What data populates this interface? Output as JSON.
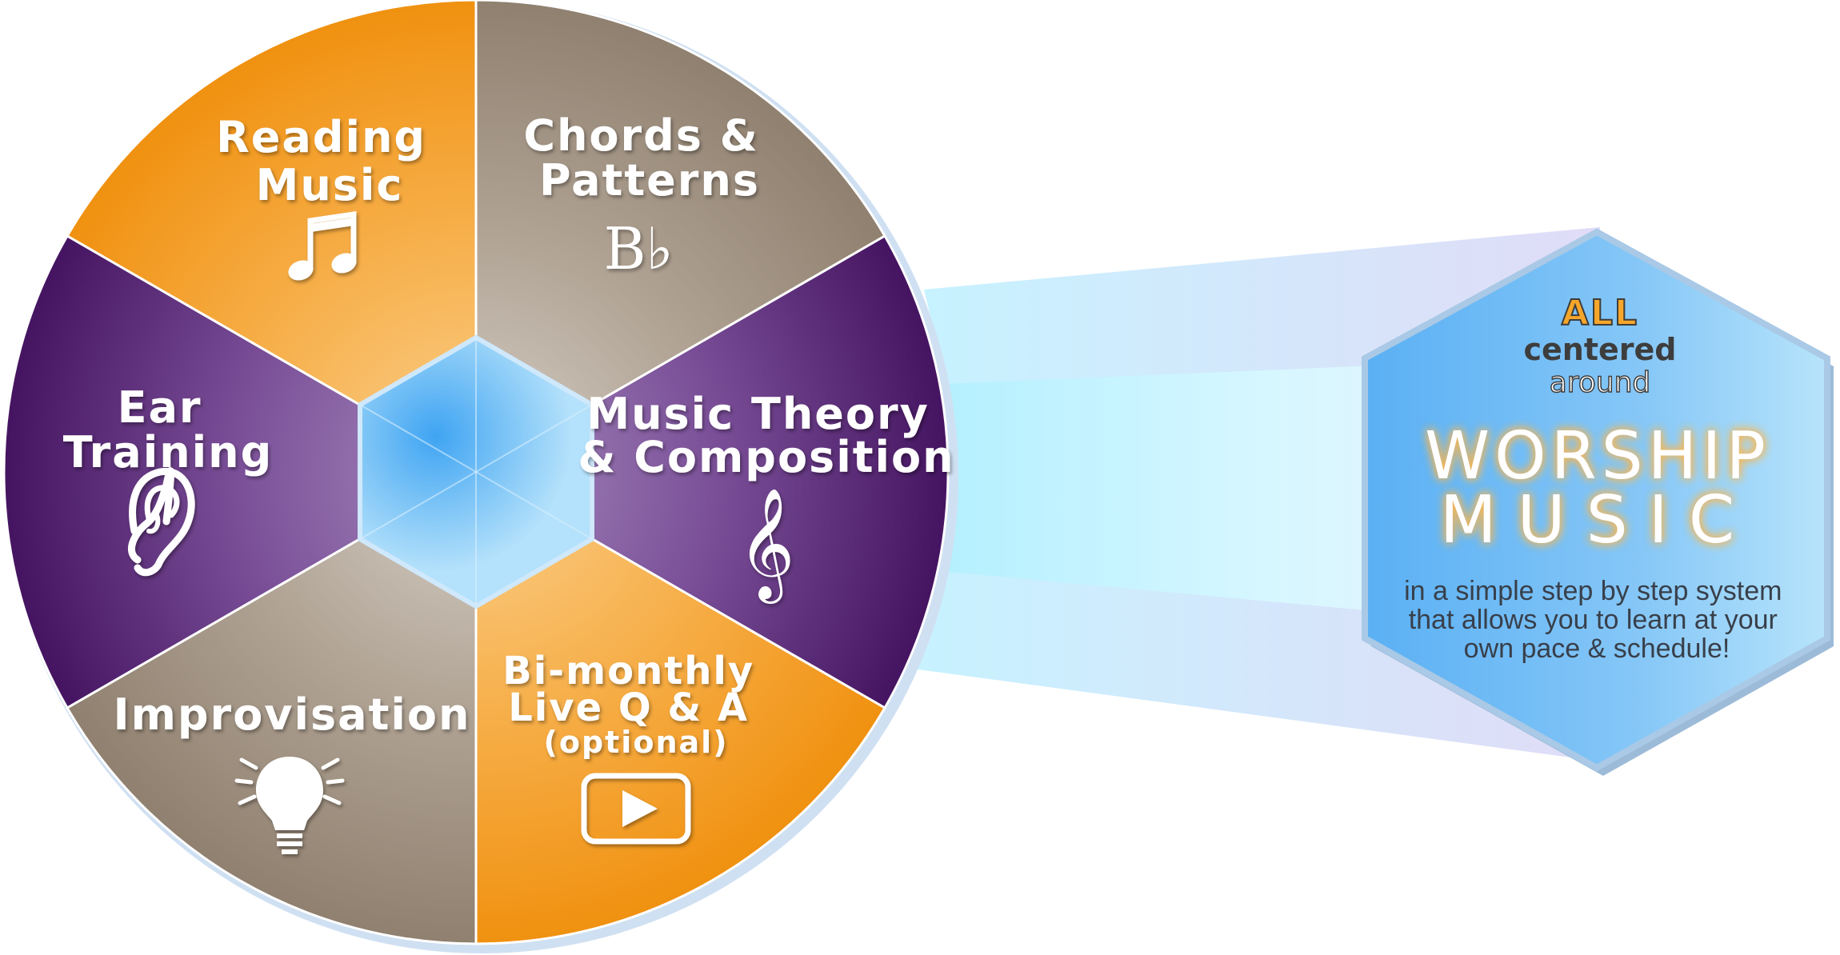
{
  "wheel": {
    "segments": [
      {
        "id": "reading-music",
        "lines": [
          "Reading",
          "Music"
        ],
        "icon": "music-notes-icon"
      },
      {
        "id": "chords-patterns",
        "lines": [
          "Chords &",
          "Patterns"
        ],
        "icon": "b-flat-icon",
        "icon_text": "B♭"
      },
      {
        "id": "music-theory",
        "lines": [
          "Music Theory",
          "& Composition"
        ],
        "icon": "treble-clef-icon"
      },
      {
        "id": "live-qa",
        "lines": [
          "Bi-monthly",
          "Live Q & A",
          "(optional)"
        ],
        "icon": "play-button-icon"
      },
      {
        "id": "improvisation",
        "lines": [
          "Improvisation"
        ],
        "icon": "light-bulb-icon"
      },
      {
        "id": "ear-training",
        "lines": [
          "Ear",
          "Training"
        ],
        "icon": "ear-icon"
      }
    ],
    "colors": {
      "orange": "#f39a1e",
      "taupe": "#a49482",
      "purple": "#5a2d78",
      "center_blue": "#7cc6f6",
      "beam_cyan": "#c9f3ff",
      "hex_blue": "#5fb4f6",
      "rim": "#c9dcf0"
    }
  },
  "focus": {
    "all": "ALL",
    "centered": "centered",
    "around": "around",
    "worship": "WORSHIP",
    "music": "MUSIC",
    "description": [
      "in a simple step by step system",
      "that allows you to learn at your",
      "own pace & schedule!"
    ]
  }
}
